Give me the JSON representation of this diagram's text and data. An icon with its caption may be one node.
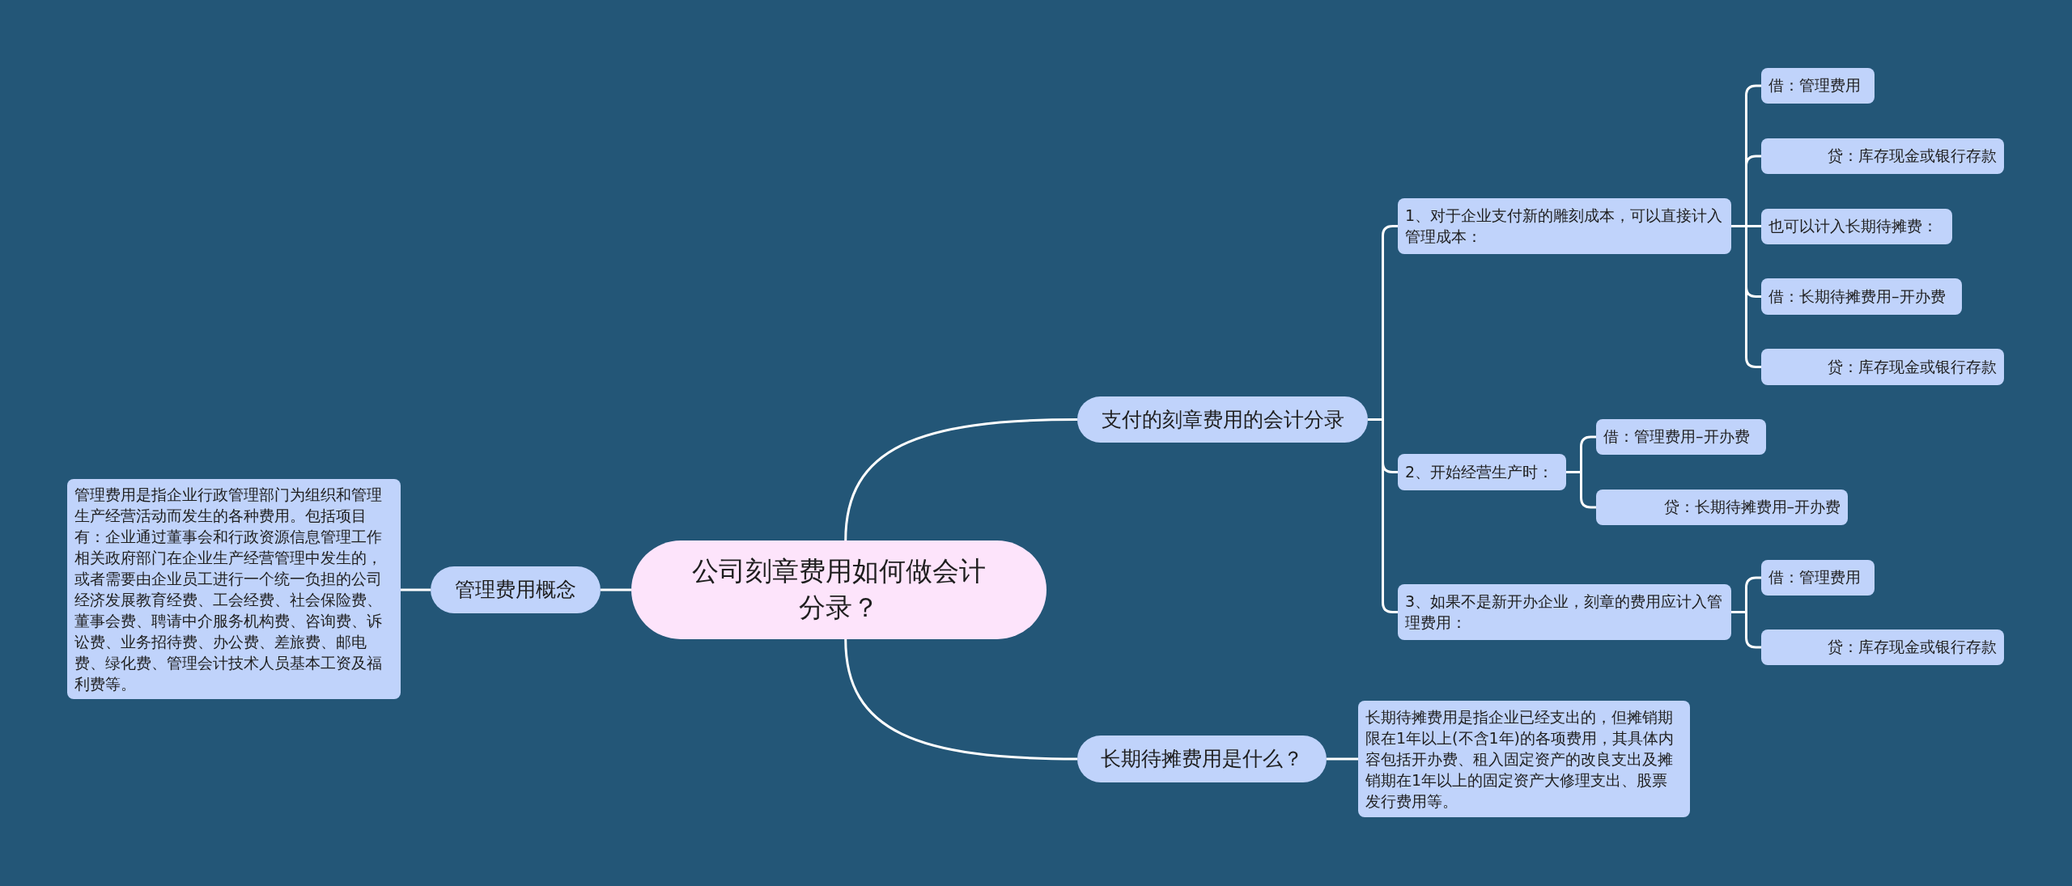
{
  "diagram": {
    "nodes": [
      {
        "text": [
          "公司刻章费用如何做会计分录？"
        ]
      },
      {
        "text": [
          "支付的刻章费用的会计分录"
        ]
      },
      {
        "text": [
          "1、对于企业支付新的雕刻成本，可以直接计入管理成本："
        ]
      },
      {
        "text": [
          "借：管理费用"
        ]
      },
      {
        "text": [
          "贷：库存现金或银行存款"
        ]
      },
      {
        "text": [
          "也可以计入长期待摊费："
        ]
      },
      {
        "text": [
          "借：长期待摊费用–开办费"
        ]
      },
      {
        "text": [
          "贷：库存现金或银行存款"
        ]
      },
      {
        "text": [
          "2、开始经营生产时："
        ]
      },
      {
        "text": [
          "借：管理费用–开办费"
        ]
      },
      {
        "text": [
          "贷：长期待摊费用–开办费"
        ]
      },
      {
        "text": [
          "3、如果不是新开办企业，刻章的费用应计入管理费用："
        ]
      },
      {
        "text": [
          "借：管理费用"
        ]
      },
      {
        "text": [
          "贷：库存现金或银行存款"
        ]
      },
      {
        "text": [
          "长期待摊费用是什么？"
        ]
      },
      {
        "text": [
          "长期待摊费用是指企业已经支出的，但摊销期限在1年以上(不含1年)的各项费用，其具体内容包括开办费、租入固定资产的改良支出及摊销期在1年以上的固定资产大修理支出、股票发行费用等。"
        ]
      },
      {
        "text": [
          "管理费用概念"
        ]
      },
      {
        "text": [
          "管理费用是指企业行政管理部门为组织和管理生产经营活动而发生的各种费用。包括项目有：企业通过董事会和行政资源信息管理工作相关政府部门在企业生产经营管理中发生的，或者需要由企业员工进行一个统一负担的公司经济发展教育经费、工会经费、社会保险费、董事会费、聘请中介服务机构费、咨询费、诉讼费、业务招待费、办公费、差旅费、邮电费、绿化费、管理会计技术人员基本工资及福利费等。"
        ]
      }
    ],
    "edges": [
      {
        "from": 0,
        "to": 1,
        "arrow": "none"
      },
      {
        "from": 1,
        "to": 2,
        "arrow": "none"
      },
      {
        "from": 2,
        "to": 3,
        "arrow": "none"
      },
      {
        "from": 2,
        "to": 4,
        "arrow": "none"
      },
      {
        "from": 2,
        "to": 5,
        "arrow": "none"
      },
      {
        "from": 2,
        "to": 6,
        "arrow": "none"
      },
      {
        "from": 2,
        "to": 7,
        "arrow": "none"
      },
      {
        "from": 1,
        "to": 8,
        "arrow": "none"
      },
      {
        "from": 8,
        "to": 9,
        "arrow": "none"
      },
      {
        "from": 8,
        "to": 10,
        "arrow": "none"
      },
      {
        "from": 1,
        "to": 11,
        "arrow": "none"
      },
      {
        "from": 11,
        "to": 12,
        "arrow": "none"
      },
      {
        "from": 11,
        "to": 13,
        "arrow": "none"
      },
      {
        "from": 0,
        "to": 14,
        "arrow": "none"
      },
      {
        "from": 14,
        "to": 15,
        "arrow": "none"
      },
      {
        "from": 0,
        "to": 16,
        "arrow": "none"
      },
      {
        "from": 16,
        "to": 17,
        "arrow": "none"
      }
    ]
  }
}
